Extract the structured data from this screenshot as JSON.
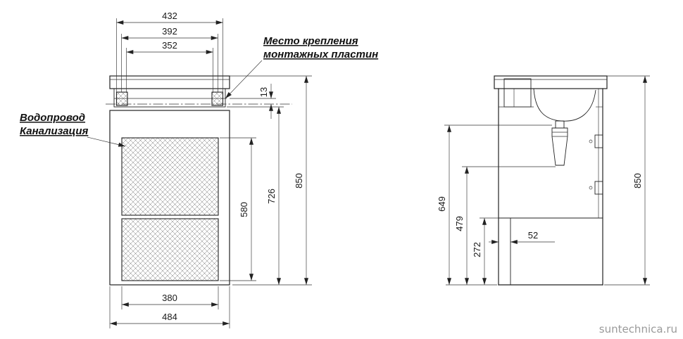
{
  "front": {
    "dims": {
      "d432": "432",
      "d392": "392",
      "d352": "352",
      "d13": "13",
      "d580": "580",
      "d726": "726",
      "d850": "850",
      "d380": "380",
      "d484": "484"
    },
    "labels": {
      "mounting1": "Место крепления",
      "mounting2": "монтажных пластин",
      "plumbing1": "Водопровод",
      "plumbing2": "Канализация"
    }
  },
  "side": {
    "dims": {
      "d649": "649",
      "d479": "479",
      "d272": "272",
      "d52": "52",
      "d850": "850"
    }
  },
  "watermark": "suntechnica.ru"
}
